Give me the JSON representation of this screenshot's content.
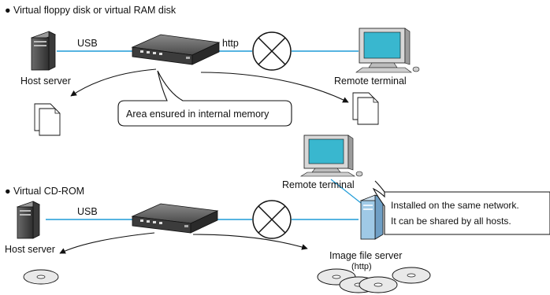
{
  "section_floppy": {
    "title": "● Virtual floppy disk or virtual RAM disk"
  },
  "section_cdrom": {
    "title": "● Virtual CD-ROM"
  },
  "labels": {
    "usb_top": "USB",
    "http_top": "http",
    "host_server_top": "Host server",
    "remote_terminal_top": "Remote terminal",
    "memory_callout": "Area ensured in internal memory",
    "remote_terminal_mid": "Remote terminal",
    "usb_bottom": "USB",
    "host_server_bottom": "Host server",
    "image_file_server": "Image file server",
    "image_file_server_protocol": "(http)",
    "network_callout_line1": "Installed on the same network.",
    "network_callout_line2": "It can be shared by all hosts."
  },
  "colors": {
    "line_blue": "#1e9bd7",
    "screen_cyan": "#39b7cf",
    "server_blue": "#9fc9e6",
    "device_gray": "#555555",
    "outline": "#111111"
  },
  "icons": [
    "server-icon",
    "kvm-device-icon",
    "monitor-icon",
    "document-icon",
    "cd-disc-icon",
    "network-cross-icon",
    "file-server-icon"
  ]
}
